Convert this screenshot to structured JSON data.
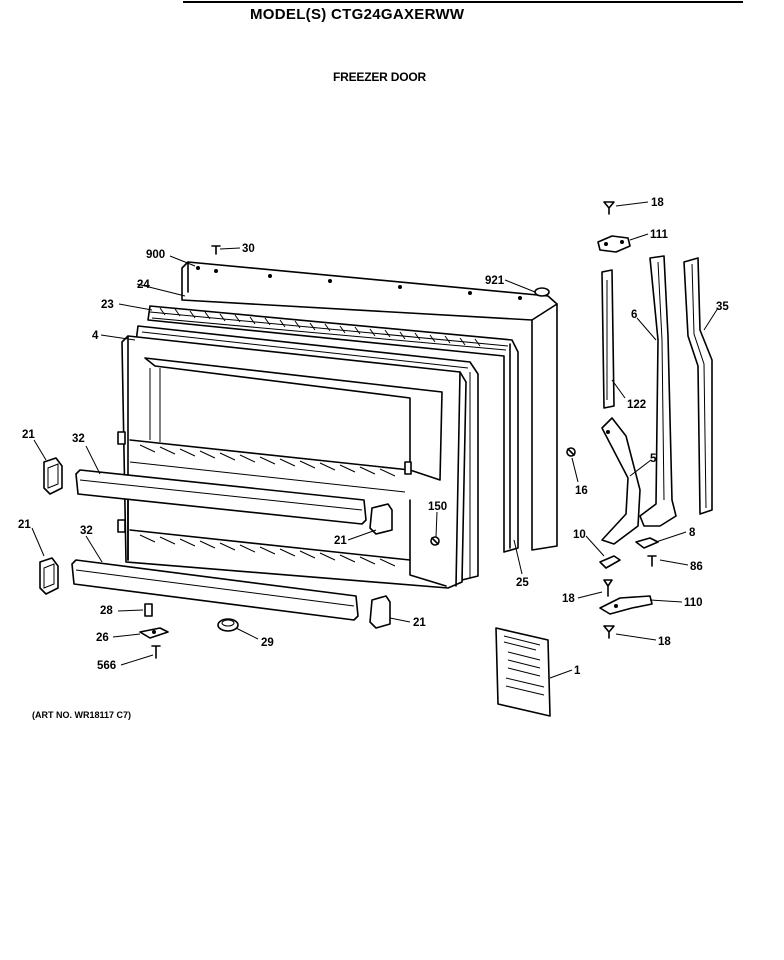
{
  "header": {
    "model_title": "MODEL(S) CTG24GAXERWW",
    "section_title": "FREEZER DOOR"
  },
  "footer": {
    "art_number": "(ART NO. WR18117 C7)"
  },
  "part_labels": [
    "18",
    "111",
    "30",
    "900",
    "921",
    "24",
    "23",
    "6",
    "35",
    "4",
    "122",
    "21",
    "32",
    "16",
    "5",
    "150",
    "21",
    "10",
    "8",
    "25",
    "21",
    "32",
    "86",
    "18",
    "110",
    "28",
    "21",
    "26",
    "29",
    "18",
    "566",
    "1"
  ]
}
